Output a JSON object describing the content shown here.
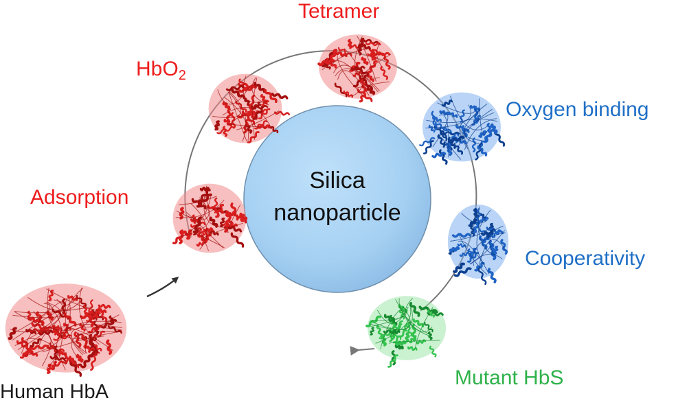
{
  "center": {
    "line1": "Silica",
    "line2": "nanoparticle"
  },
  "labels": {
    "tetramer": "Tetramer",
    "hbo2_main": "HbO",
    "hbo2_sub": "2",
    "adsorption": "Adsorption",
    "oxygen_binding": "Oxygen binding",
    "cooperativity": "Cooperativity",
    "mutant_hbs": "Mutant HbS",
    "human_hba": "Human HbA"
  },
  "colors": {
    "protein_red": "#d81e1e",
    "protein_blue": "#1f63c4",
    "protein_green": "#34c24e",
    "nanoparticle_fill": "#a9d4f4",
    "nanoparticle_edge": "#6f8fab",
    "ring": "#777777",
    "arrow": "#333333"
  },
  "proteins": [
    {
      "name": "human-hba-protein",
      "color": "red"
    },
    {
      "name": "adsorption-protein",
      "color": "red"
    },
    {
      "name": "hbo2-protein",
      "color": "red"
    },
    {
      "name": "tetramer-protein",
      "color": "red"
    },
    {
      "name": "oxygen-binding-protein",
      "color": "blue"
    },
    {
      "name": "cooperativity-protein",
      "color": "blue"
    },
    {
      "name": "mutant-hbs-protein",
      "color": "green"
    }
  ]
}
